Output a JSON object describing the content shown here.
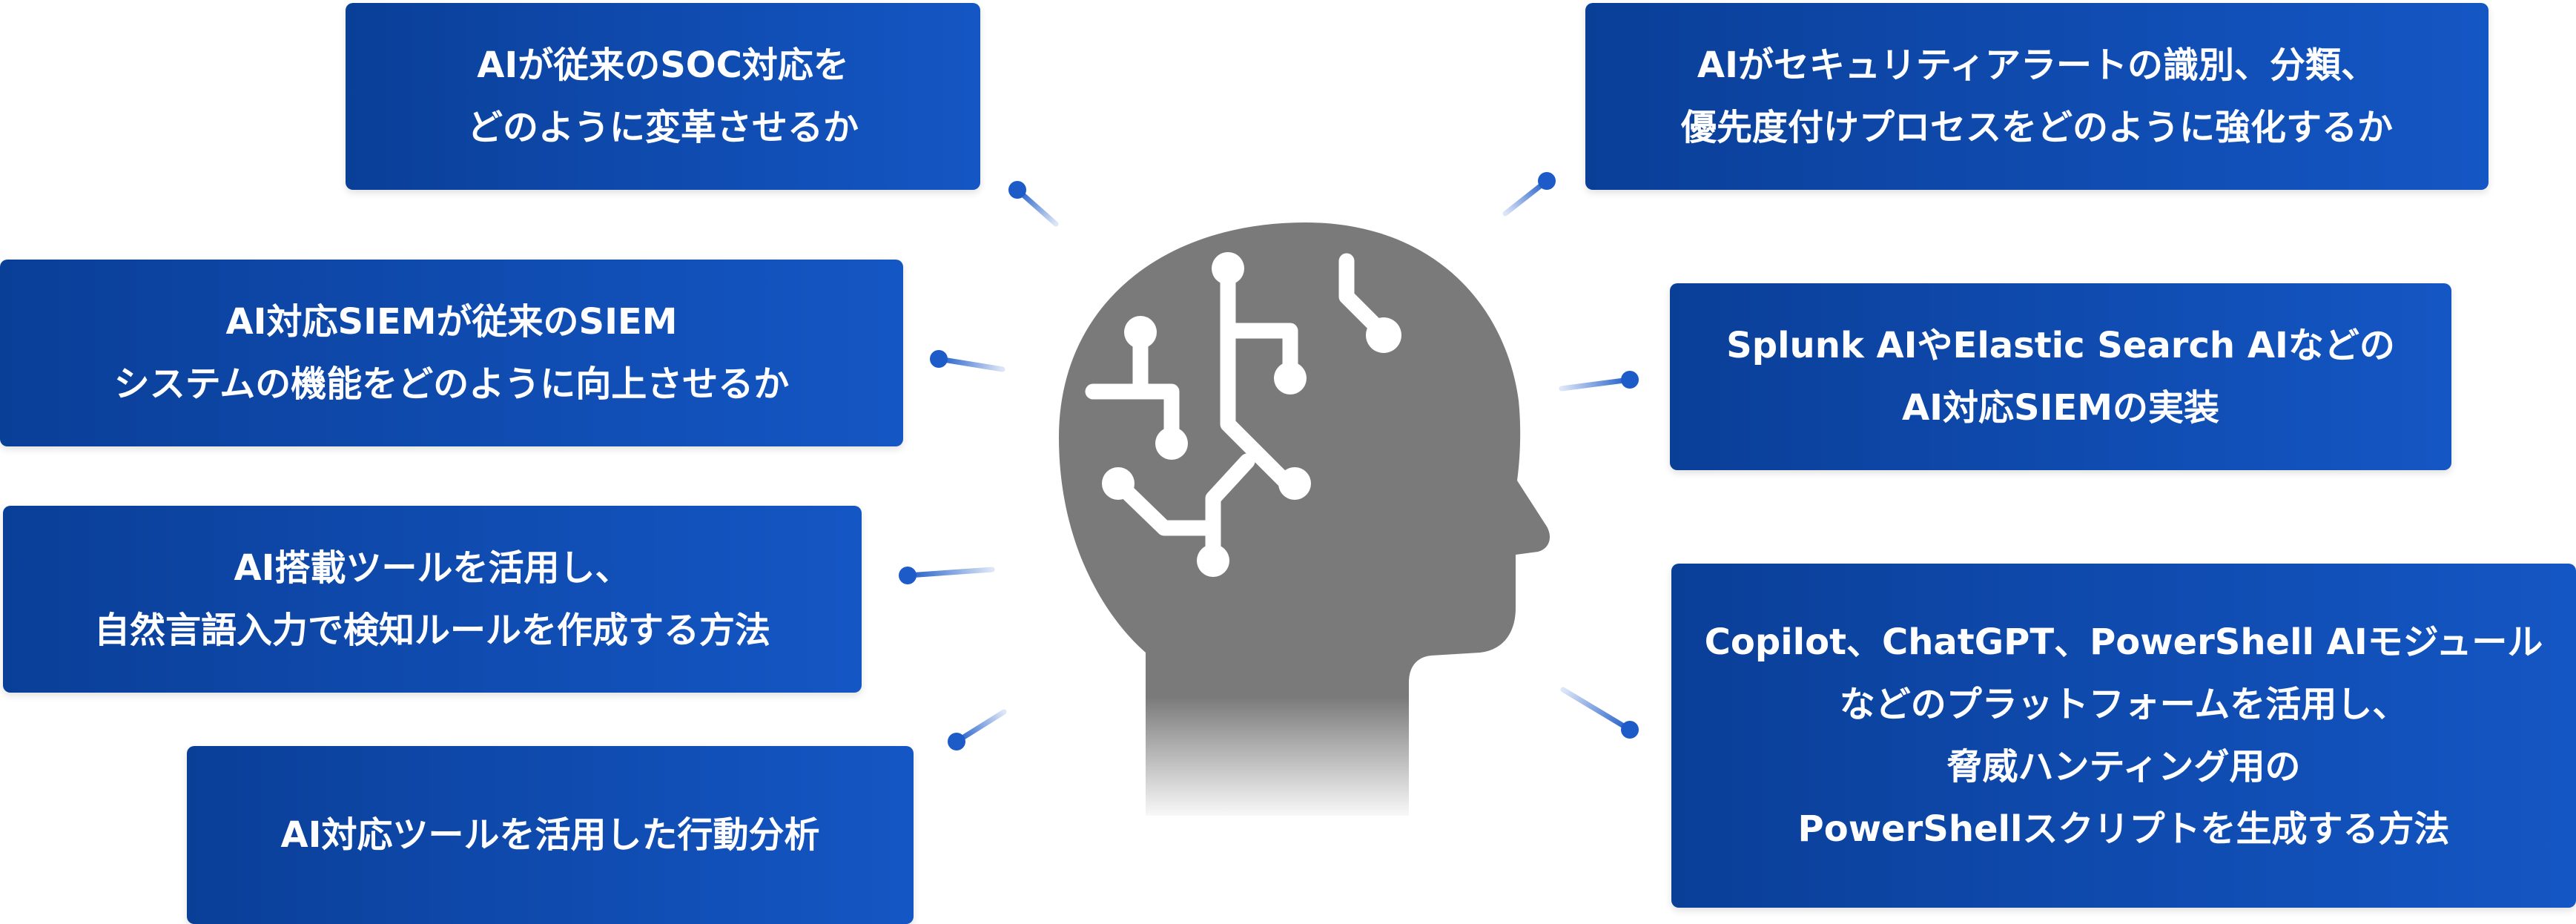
{
  "colors": {
    "card_start": "#0a3f98",
    "card_end": "#1456c4",
    "text": "#ffffff",
    "head": "#7a7a7a",
    "connector": "#1d5bc8"
  },
  "icons": {
    "head": "head-with-circuit-icon"
  },
  "cards": [
    {
      "id": "soc-transform",
      "lines": [
        "AIが従来のSOC対応を",
        "どのように変革させるか"
      ]
    },
    {
      "id": "siem-improve",
      "lines": [
        "AI対応SIEMが従来のSIEM",
        "システムの機能をどのように向上させるか"
      ]
    },
    {
      "id": "nl-detection",
      "lines": [
        "AI搭載ツールを活用し、",
        "自然言語入力で検知ルールを作成する方法"
      ]
    },
    {
      "id": "behavior-analysis",
      "lines": [
        "AI対応ツールを活用した行動分析"
      ]
    },
    {
      "id": "alert-process",
      "lines": [
        "AIがセキュリティアラートの識別、分類、",
        "優先度付けプロセスをどのように強化するか"
      ]
    },
    {
      "id": "siem-implementation",
      "lines": [
        "Splunk AIやElastic Search AIなどの",
        "AI対応SIEMの実装"
      ]
    },
    {
      "id": "powershell-scripts",
      "lines": [
        "Copilot、ChatGPT、PowerShell AIモジュール",
        "などのプラットフォームを活用し、",
        "脅威ハンティング用の",
        "PowerShellスクリプトを生成する方法"
      ]
    }
  ]
}
